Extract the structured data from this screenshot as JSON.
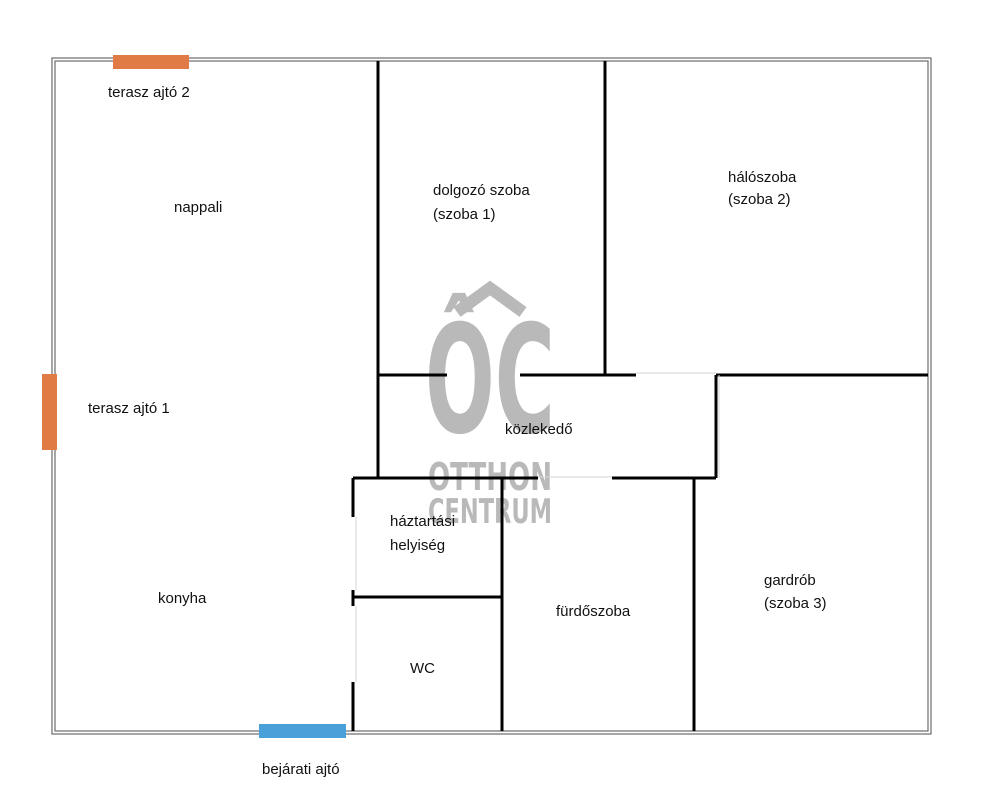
{
  "rooms": {
    "nappali": "nappali",
    "konyha": "konyha",
    "dolgozo_line1": "dolgozó szoba",
    "dolgozo_line2": "(szoba 1)",
    "haloszoba_line1": "hálószoba",
    "haloszoba_line2": "(szoba 2)",
    "kozlekedo": "közlekedő",
    "haztartasi_line1": "háztartási",
    "haztartasi_line2": "helyiség",
    "wc": "WC",
    "furdoszoba": "fürdőszoba",
    "gardrob_line1": "gardrób",
    "gardrob_line2": "(szoba 3)"
  },
  "doors": {
    "terasz_2": "terasz ajtó 2",
    "terasz_1": "terasz ajtó 1",
    "bejarati": "bejárati ajtó"
  },
  "watermark": {
    "monogram": "ÔC",
    "line1": "OTTHON",
    "line2": "CENTRUM"
  },
  "colors": {
    "wall": "#000000",
    "outer_wall": "#6b6b6b",
    "terrace_door": "#e07b45",
    "entrance_door": "#4aa0d8",
    "watermark": "#b9b9b9"
  }
}
